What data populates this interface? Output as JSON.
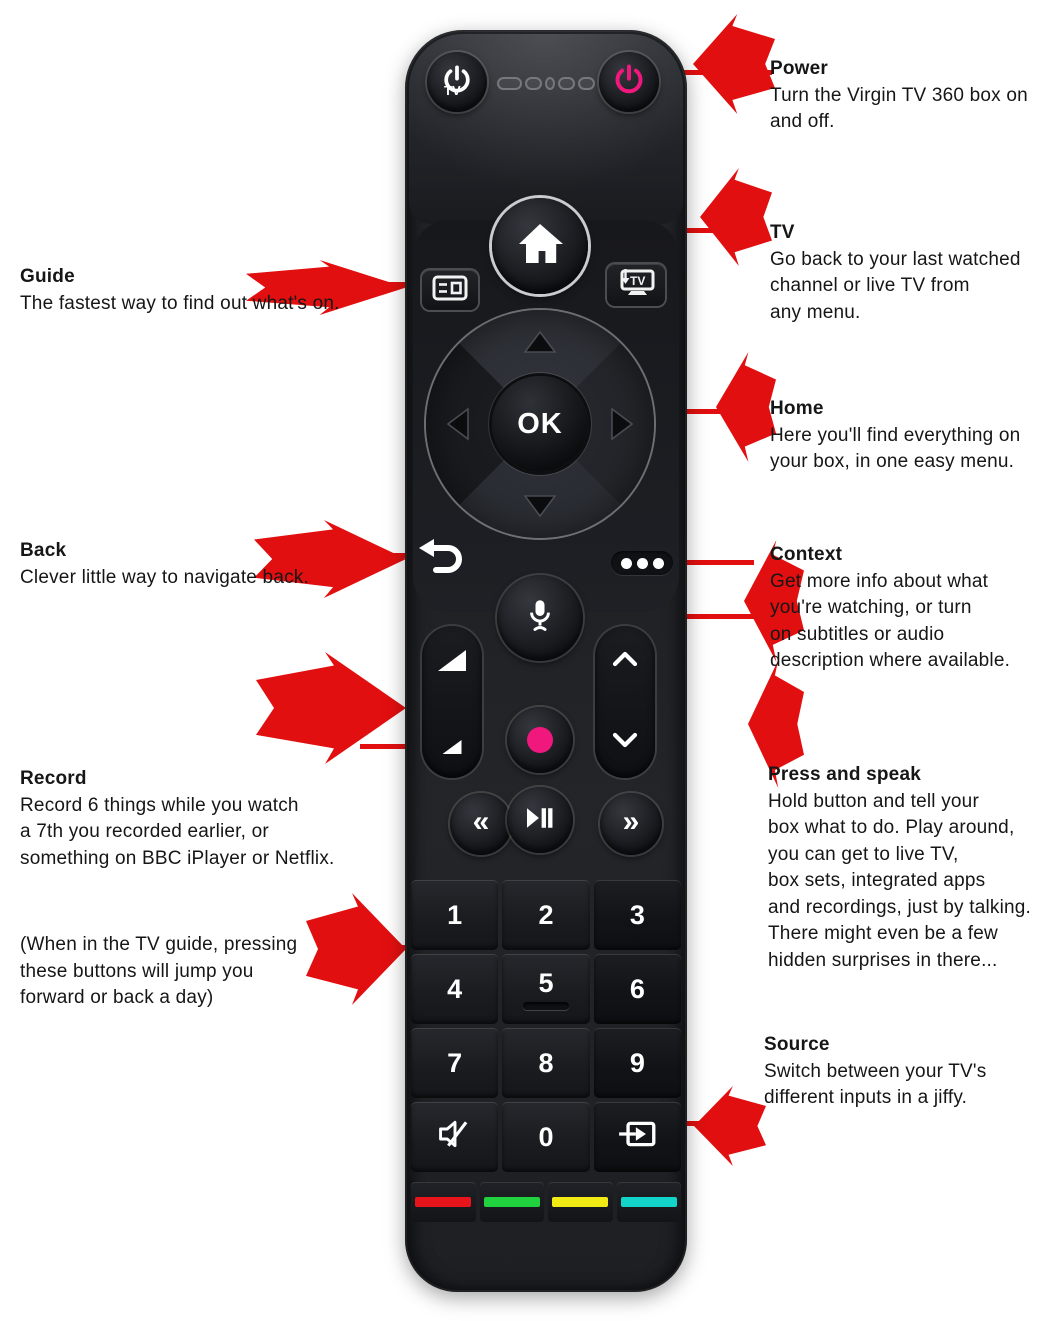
{
  "annotations": {
    "power": {
      "title": "Power",
      "lines": [
        "Turn the Virgin TV 360 box on",
        "and off."
      ]
    },
    "guide": {
      "title": "Guide",
      "lines": [
        "The fastest way to find out what's on."
      ]
    },
    "tv": {
      "title": "TV",
      "lines": [
        "Go back to your last watched",
        "channel or live TV from",
        "any menu."
      ]
    },
    "home": {
      "title": "Home",
      "lines": [
        "Here you'll find everything on",
        "your box, in one easy menu."
      ]
    },
    "back": {
      "title": "Back",
      "lines": [
        "Clever little way to navigate back."
      ]
    },
    "context": {
      "title": "Context",
      "lines": [
        "Get more info about what",
        "you're watching, or turn",
        "on subtitles or audio",
        "description where available."
      ]
    },
    "record": {
      "title": "Record",
      "lines": [
        "Record 6 things while you watch",
        "a 7th you recorded earlier, or",
        "something on BBC iPlayer or Netflix."
      ]
    },
    "speak": {
      "title": "Press and speak",
      "lines": [
        "Hold button and tell your",
        "box what to do. Play around,",
        "you can get to live TV,",
        "box sets, integrated apps",
        "and recordings, just by talking.",
        "There might even be a few",
        "hidden surprises in there..."
      ]
    },
    "skip": {
      "lines": [
        "(When in the TV guide, pressing",
        "these buttons will jump you",
        "forward or back a day)"
      ]
    },
    "source": {
      "title": "Source",
      "lines": [
        "Switch between your TV's",
        "different inputs in a jiffy."
      ]
    }
  },
  "remote": {
    "power_tv_label": "TV",
    "tv_icon_label": "TV",
    "ok": "OK",
    "rewind_glyph": "«",
    "ffwd_glyph": "»",
    "keypad_digits": [
      "1",
      "2",
      "3",
      "4",
      "5",
      "6",
      "7",
      "8",
      "9"
    ],
    "zero": "0"
  },
  "icons": {
    "tv_power": "tv-power-icon",
    "power": "power-icon",
    "guide": "guide-icon",
    "home": "home-icon",
    "tv": "tv-icon",
    "back": "back-icon",
    "context": "context-dots-icon",
    "mic": "mic-icon",
    "volume_up": "volume-up-icon",
    "volume_down": "volume-down-icon",
    "channel_up": "channel-up-icon",
    "channel_down": "channel-down-icon",
    "record": "record-dot-icon",
    "rewind": "rewind-icon",
    "play_pause": "play-pause-icon",
    "fast_forward": "fast-forward-icon",
    "mute": "mute-icon",
    "source": "source-icon"
  },
  "colors": {
    "callout_red": "#e10f0f",
    "power_pink": "#f0187c",
    "record_pink": "#f0187c",
    "key_red": "#e8141c",
    "key_green": "#1fd23e",
    "key_yellow": "#f2ea14",
    "key_blue": "#12d4c8"
  }
}
